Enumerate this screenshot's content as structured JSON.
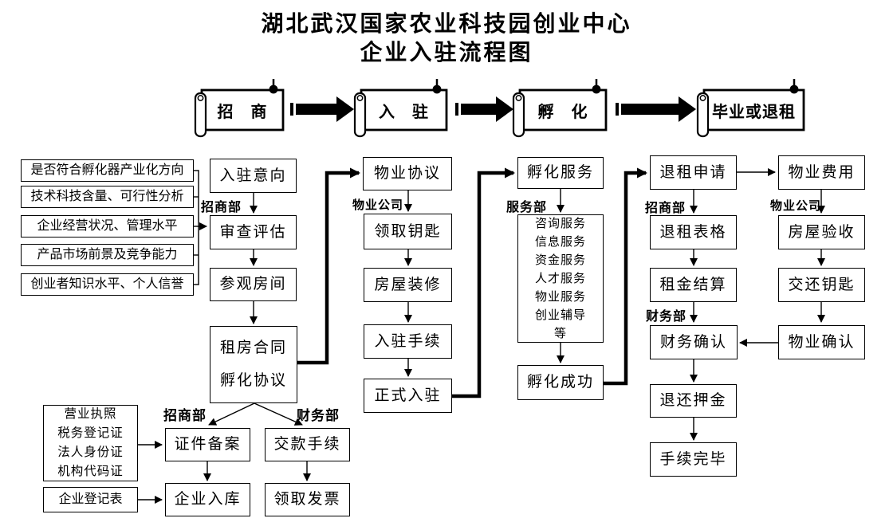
{
  "title": {
    "line1": "湖北武汉国家农业科技园创业中心",
    "line2": "企业入驻流程图"
  },
  "stages": [
    {
      "label": "招　商"
    },
    {
      "label": "入　驻"
    },
    {
      "label": "孵　化"
    },
    {
      "label": "毕业或退租"
    }
  ],
  "criteria": [
    "是否符合孵化器产业化方向",
    "技术科技含量、可行性分析",
    "企业经营状况、管理水平",
    "产品市场前景及竞争能力",
    "创业者知识水平、个人信誉"
  ],
  "dept_labels": {
    "recruit_1": "招商部",
    "property_co_1": "物业公司",
    "service_dept": "服务部",
    "recruit_2": "招商部",
    "property_co_2": "物业公司",
    "finance_1": "财务部",
    "recruit_3": "招商部",
    "finance_2": "财务部"
  },
  "recruit_flow": {
    "intent": "入驻意向",
    "review": "审查评估",
    "visit": "参观房间",
    "contract_line1": "租房合同",
    "contract_line2": "孵化协议"
  },
  "entry_flow": {
    "agreement": "物业协议",
    "keys": "领取钥匙",
    "renovation": "房屋装修",
    "procedure": "入驻手续",
    "official": "正式入驻"
  },
  "incubation_flow": {
    "service": "孵化服务",
    "service_items": [
      "咨询服务",
      "信息服务",
      "资金服务",
      "人才服务",
      "物业服务",
      "创业辅导",
      "等"
    ],
    "success": "孵化成功"
  },
  "exit_flow": {
    "apply": "退租申请",
    "form": "退租表格",
    "settlement": "租金结算",
    "finance_confirm": "财务确认",
    "deposit": "退还押金",
    "complete": "手续完毕"
  },
  "property_exit_flow": {
    "fee": "物业费用",
    "inspection": "房屋验收",
    "return_keys": "交还钥匙",
    "confirm": "物业确认"
  },
  "registration": {
    "documents": [
      "营业执照",
      "税务登记证",
      "法人身份证",
      "机构代码证"
    ],
    "form": "企业登记表",
    "filing": "证件备案",
    "payment": "交款手续",
    "warehouse": "企业入库",
    "invoice": "领取发票"
  },
  "colors": {
    "ink": "#000000",
    "paper": "#ffffff"
  }
}
